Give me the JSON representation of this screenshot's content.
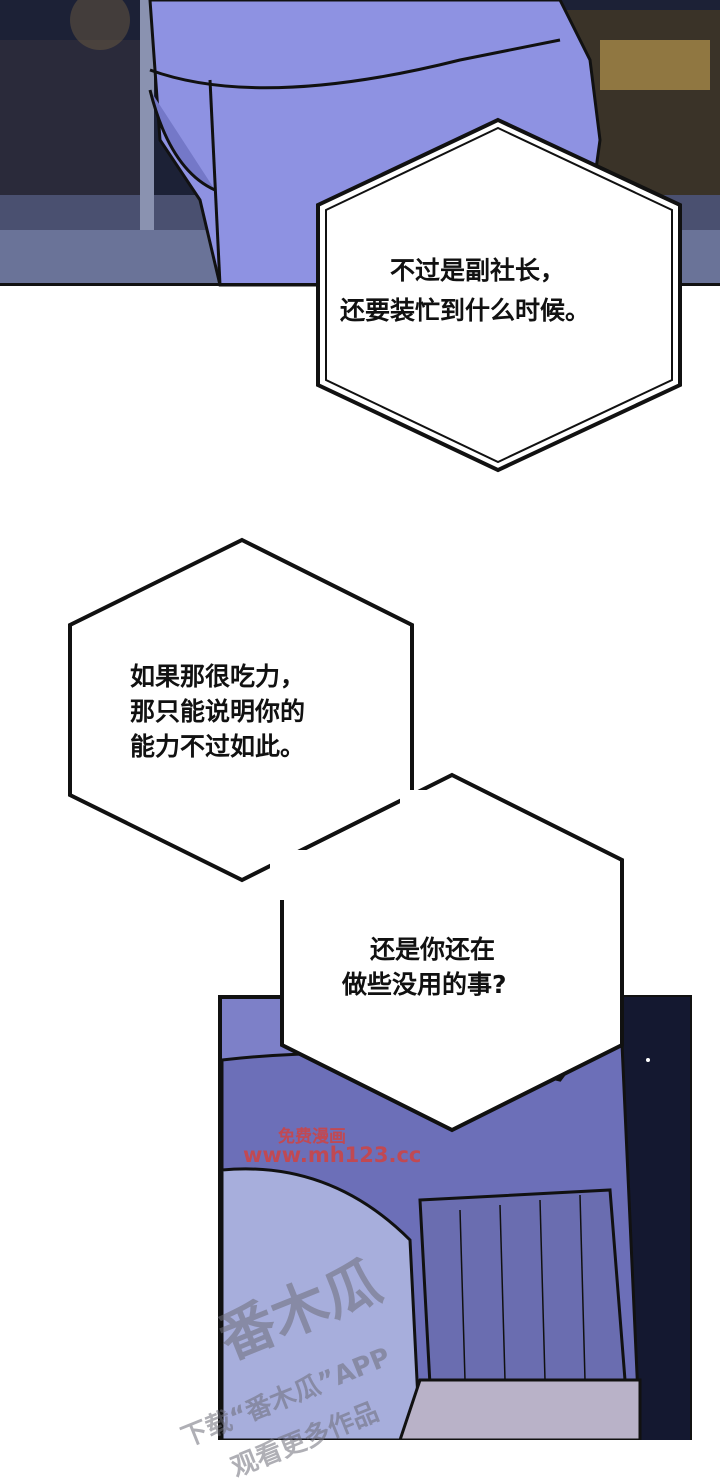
{
  "panels": {
    "bubble_1": {
      "lines": [
        "不过是副社长，",
        "还要装忙到什么时候。"
      ]
    },
    "bubble_2": {
      "lines": [
        "如果那很吃力，",
        "那只能说明你的",
        "能力不过如此。"
      ]
    },
    "bubble_3": {
      "lines": [
        "还是你还在",
        "做些没用的事?"
      ]
    }
  },
  "watermarks": {
    "site_name": "免费漫画",
    "site_url": "www.mh123.cc",
    "app_logo": "番木瓜",
    "app_line_1": "下载“番木瓜”APP",
    "app_line_2": "观看更多作品"
  },
  "colors": {
    "night_sky": "#1a2038",
    "clothing": "#8f93e0",
    "border": "#111111"
  }
}
